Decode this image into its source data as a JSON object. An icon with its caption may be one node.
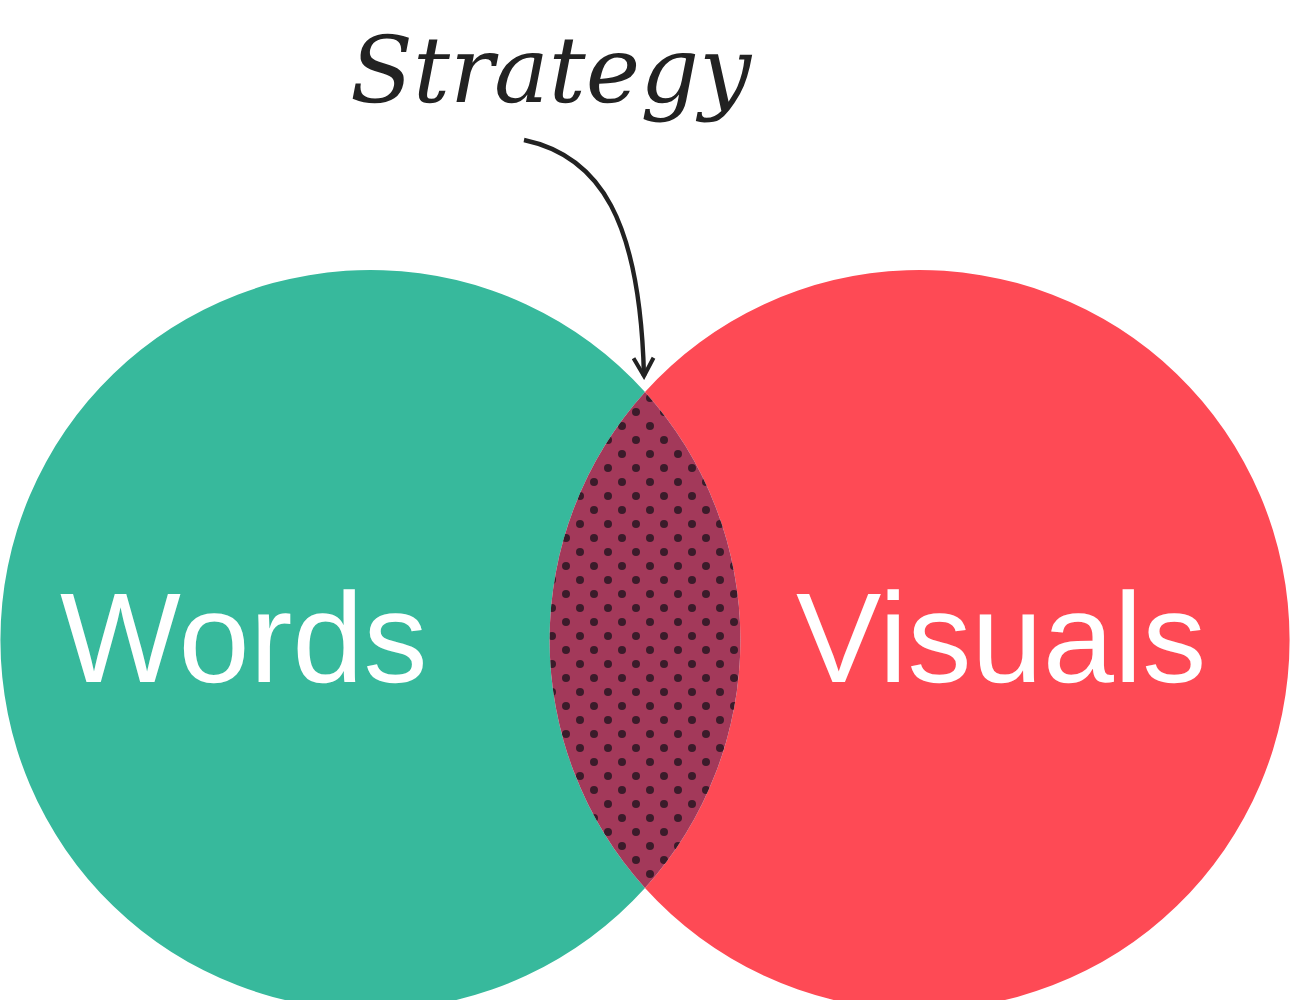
{
  "diagram": {
    "nodes": [
      {
        "text": [
          "Strategy"
        ]
      },
      {
        "text": [
          "Words"
        ]
      },
      {
        "text": [],
        "shape": "lens"
      },
      {
        "text": [
          "Visuals"
        ]
      }
    ],
    "edges": [
      {
        "from": 0,
        "to": 2,
        "arrow": "to"
      }
    ]
  }
}
